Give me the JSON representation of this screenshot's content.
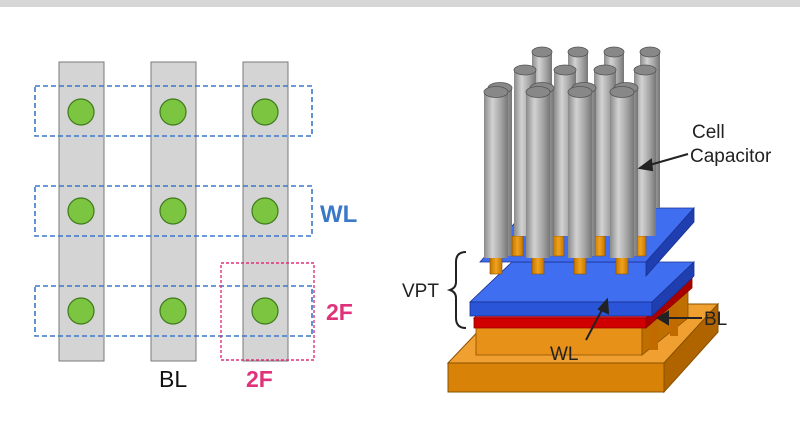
{
  "labels": {
    "wl_plan": "WL",
    "bl_plan": "BL",
    "pitch_vertical": "2F",
    "pitch_horizontal": "2F",
    "cell_capacitor_line1": "Cell",
    "cell_capacitor_line2": "Capacitor",
    "vpt": "VPT",
    "wl_3d": "WL",
    "bl_3d": "BL"
  },
  "colors": {
    "bitline_gray": "#d4d4d4",
    "contact_green": "#7cc540",
    "wordline_blue": "#3a78c8",
    "pitch_pink": "#e0327a",
    "wl_block_blue": "#2f5fe0",
    "bl_red": "#e01010",
    "substrate_orange": "#e08a10",
    "capacitor_gray": "#a8a8a8"
  }
}
